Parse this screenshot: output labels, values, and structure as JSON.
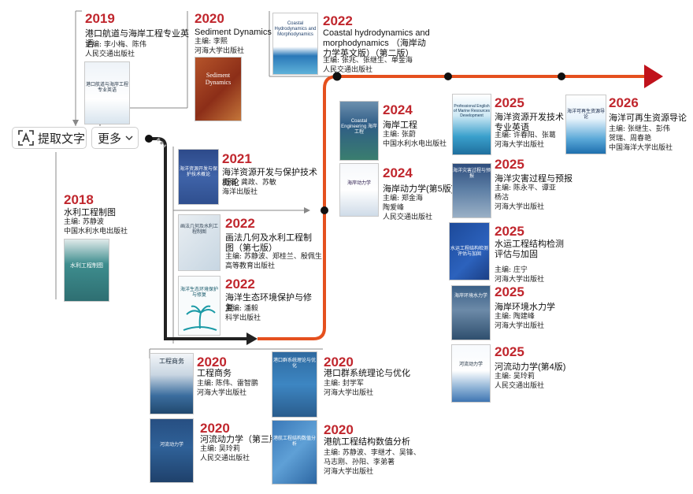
{
  "toolbar": {
    "extract_text_label": "提取文字",
    "more_label": "更多"
  },
  "colors": {
    "accent": "#c0262d",
    "timeline": "#e5501e",
    "arrow": "#c0121b",
    "dark": "#222222"
  },
  "books": [
    {
      "year": "2019",
      "title": "港口航道与海岸工程专业英语",
      "meta": "主编: 李小梅、陈伟\n人民交通出版社",
      "cover_text": "港口航道与海岸工程专业英语"
    },
    {
      "year": "2020",
      "title": "Sediment Dynamics",
      "meta": "主编: 李熙\n河海大学出版社",
      "cover_text": "Sediment Dynamics"
    },
    {
      "year": "2022",
      "title": "Coastal hydrodynamics and morphodynamics （海岸动力学英文版）（第二版）",
      "meta": "主编: 张兆、张继生、单金海\n人民交通出版社",
      "cover_text": "Coastal Hydrodynamics and Morphodynamics"
    },
    {
      "year": "2021",
      "title": "海洋资源开发与保护技术概论",
      "meta": "主编: 龚政、苏敏\n海洋出版社",
      "cover_text": "海洋资源开发与保护技术概论"
    },
    {
      "year": "2022",
      "title": "画法几何及水利工程制图（第七版）",
      "meta": "主编: 苏静波、郑桂兰、殷佩生\n高等教育出版社",
      "cover_text": "画法几何及水利工程制图"
    },
    {
      "year": "2022",
      "title": "海洋生态环境保护与修复",
      "meta": "主编: 潘毅\n科学出版社",
      "cover_text": "海洋生态环境保护与修复"
    },
    {
      "year": "2018",
      "title": "水利工程制图",
      "meta": "主编: 苏静波\n中国水利水电出版社",
      "cover_text": "水利工程制图"
    },
    {
      "year": "2024",
      "title": "海岸工程",
      "meta": "主编: 张蔚\n中国水利水电出版社",
      "cover_text": "Coastal Engineering 海岸工程"
    },
    {
      "year": "2024",
      "title": "海岸动力学(第5版)",
      "meta": "主编: 郑金海\n      陶爱峰\n人民交通出版社",
      "cover_text": "海岸动力学"
    },
    {
      "year": "2025",
      "title": "海洋资源开发技术专业英语",
      "meta": "主编: 许春阳、张葛\n河海大学出版社",
      "cover_text": "Professional English of Marine Resources Development"
    },
    {
      "year": "2025",
      "title": "海洋灾害过程与预报",
      "meta": "主编: 陈永平、谭亚\n      杨沽\n河海大学出版社",
      "cover_text": "海洋灾害过程与预报"
    },
    {
      "year": "2025",
      "title": "水运工程结构检测评估与加固",
      "meta": "主编: 庄宁\n河海大学出版社",
      "cover_text": "水运工程结构检测评估与加固"
    },
    {
      "year": "2025",
      "title": "海岸环境水力学",
      "meta": "主编: 陶建峰\n河海大学出版社",
      "cover_text": "海岸环境水力学"
    },
    {
      "year": "2025",
      "title": "河流动力学(第4版)",
      "meta": "主编: 吴玲莉\n人民交通出版社",
      "cover_text": "河流动力学"
    },
    {
      "year": "2026",
      "title": "海洋可再生资源导论",
      "meta": "主编: 张继生、彭伟\n      贺瑞、周春艳\n中国海洋大学出版社",
      "cover_text": "海洋可再生资源导论"
    },
    {
      "year": "2020",
      "title": "工程商务",
      "meta": "主编: 陈伟、雷智鹏\n河海大学出版社",
      "cover_text": "工程商务"
    },
    {
      "year": "2020",
      "title": "港口群系统理论与优化",
      "meta": "主编: 封学军\n河海大学出版社",
      "cover_text": "港口群系统理论与优化"
    },
    {
      "year": "2020",
      "title": "河流动力学（第三版）",
      "meta": "主编: 吴玲莉\n人民交通出版社",
      "cover_text": "河流动力学"
    },
    {
      "year": "2020",
      "title": "港航工程结构数值分析",
      "meta": "主编: 苏静波、李继才、吴锋、\n马志刚、孙阳、李弟著\n河海大学出版社",
      "cover_text": "港航工程结构数值分析"
    }
  ]
}
